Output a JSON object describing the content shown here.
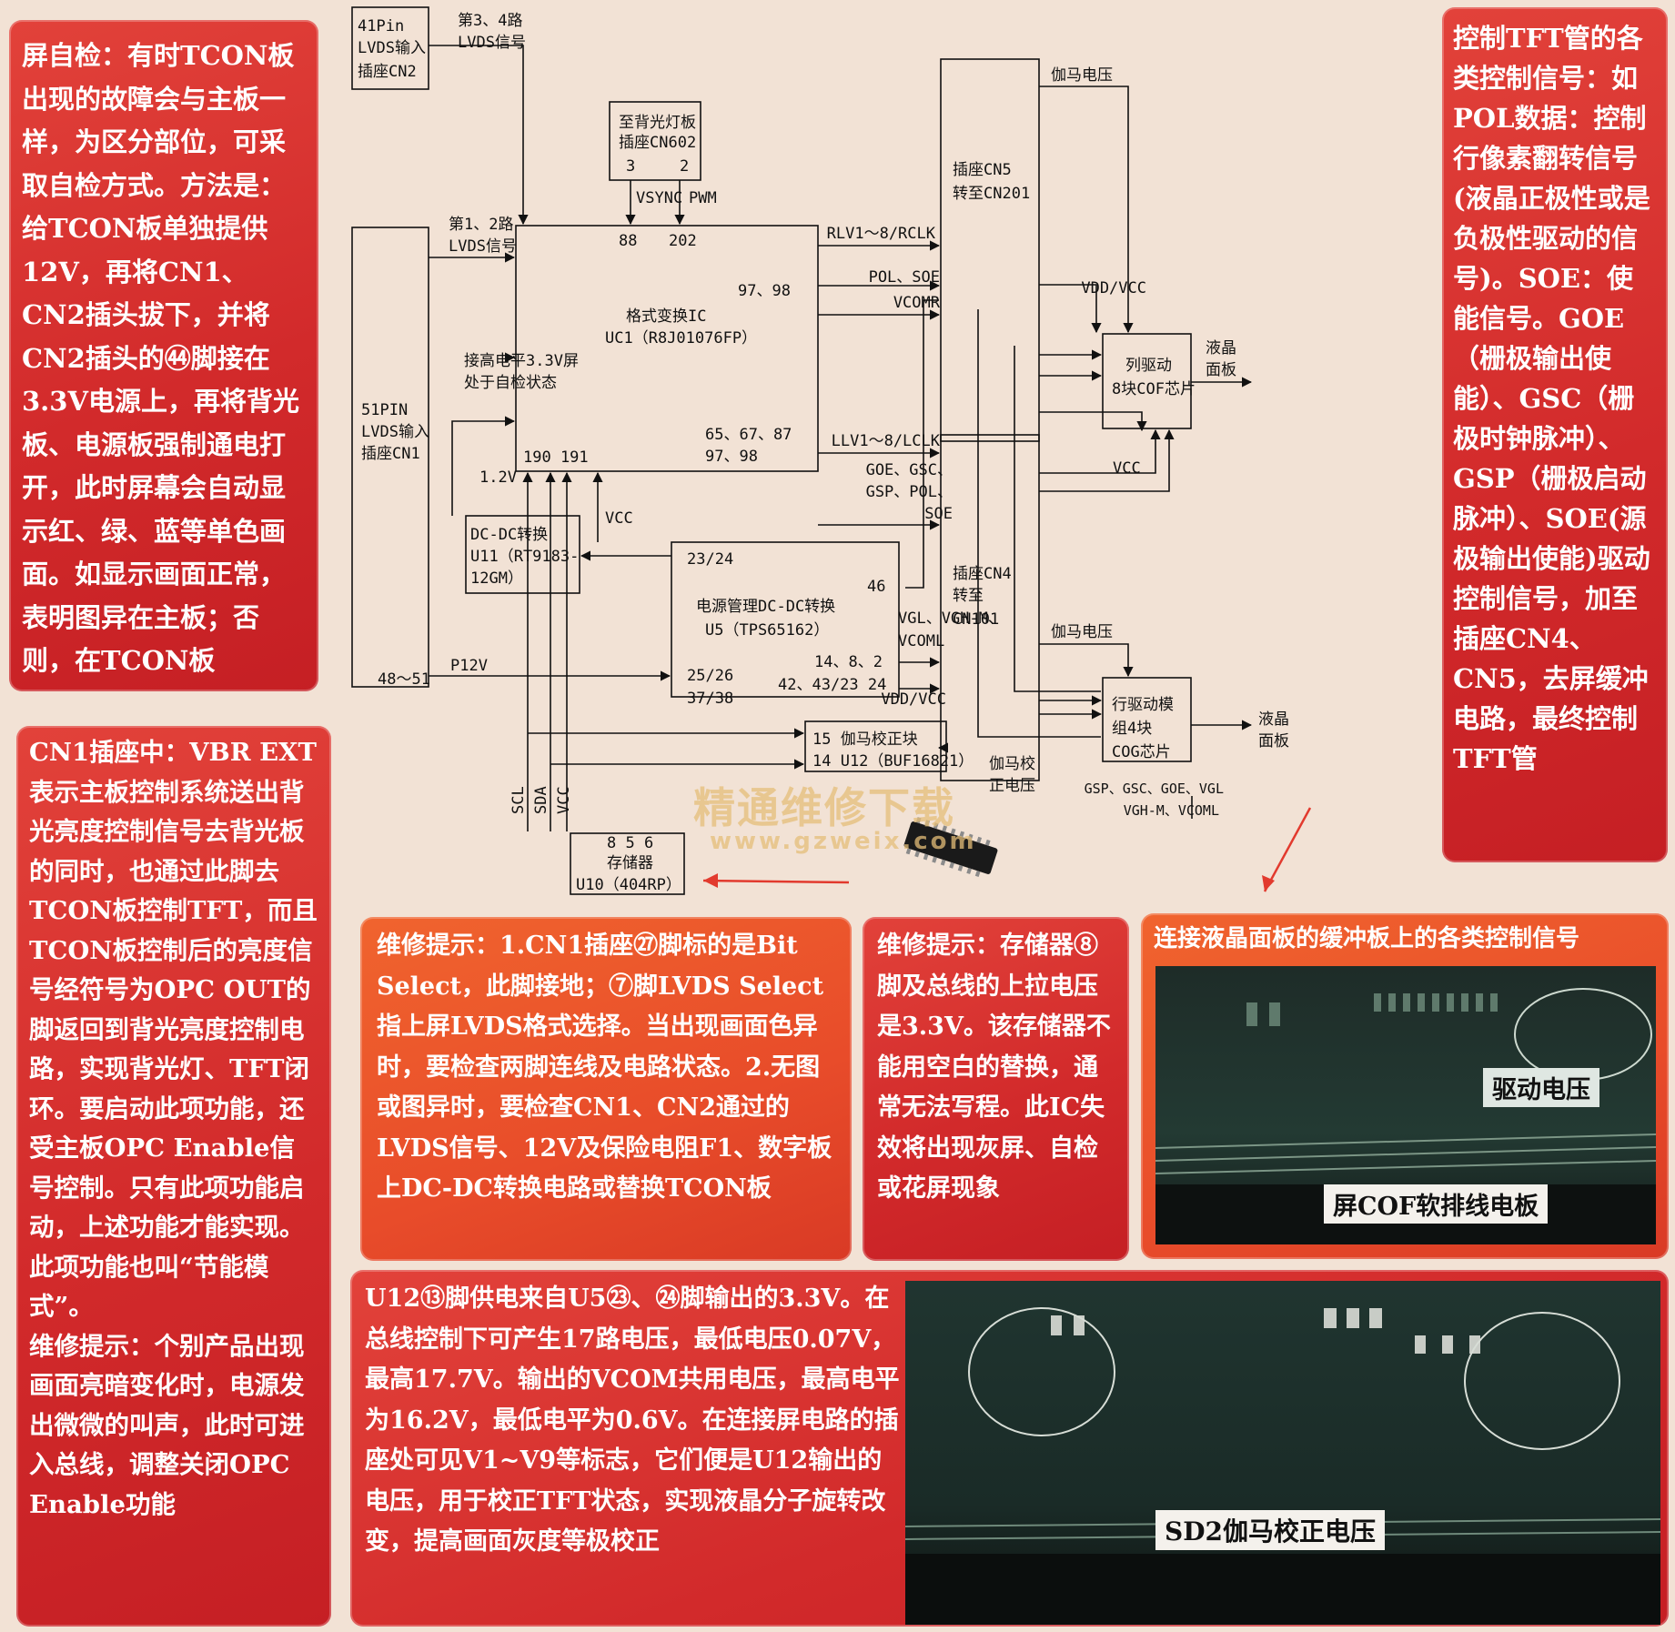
{
  "panels": {
    "self_test": "屏自检：有时TCON板出现的故障会与主板一样，为区分部位，可采取自检方式。方法是：给TCON板单独提供12V，再将CN1、CN2插头拔下，并将CN2插头的㊹脚接在3.3V电源上，再将背光板、电源板强制通电打开，此时屏幕会自动显示红、绿、蓝等单色画面。如显示画面正常，表明图异在主板；否则，在TCON板",
    "cn1_socket": "CN1插座中：VBR EXT表示主板控制系统送出背光亮度控制信号去背光板的同时，也通过此脚去TCON板控制TFT，而且TCON板控制后的亮度信号经符号为OPC OUT的脚返回到背光亮度控制电路，实现背光灯、TFT闭环。要启动此项功能，还受主板OPC Enable信号控制。只有此项功能启动，上述功能才能实现。此项功能也叫“节能模式”。",
    "cn1_tip": "维修提示：个别产品出现画面亮暗变化时，电源发出微微的叫声，此时可进入总线，调整关闭OPC Enable功能",
    "tft_control": "控制TFT管的各类控制信号：如POL数据：控制行像素翻转信号(液晶正极性或是负极性驱动的信号)。SOE：使能信号。GOE（栅极输出使能）、GSC（栅极时钟脉冲）、GSP（栅极启动脉冲）、SOE(源极输出使能)驱动控制信号，加至插座CN4、CN5，去屏缓冲电路，最终控制TFT管",
    "tip_lvds": "维修提示：1.CN1插座㉗脚标的是Bit Select，此脚接地；⑦脚LVDS Select指上屏LVDS格式选择。当出现画面色异时，要检查两脚连线及电路状态。2.无图或图异时，要检查CN1、CN2通过的LVDS信号、12V及保险电阻F1、数字板上DC-DC转换电路或替换TCON板",
    "tip_memory": "维修提示：存储器⑧脚及总线的上拉电压是3.3V。该存储器不能用空白的替换，通常无法写程。此IC失效将出现灰屏、自检或花屏现象",
    "buffer_title": "连接液晶面板的缓冲板上的各类控制信号",
    "u12_text": "U12⑬脚供电来自U5㉓、㉔脚输出的3.3V。在总线控制下可产生17路电压，最低电压0.07V，最高17.7V。输出的VCOM共用电压，最高电平为16.2V，最低电平为0.6V。在连接屏电路的插座处可见V1~V9等标志，它们便是U12输出的电压，用于校正TFT状态，实现液晶分子旋转改变，提高画面灰度等极校正"
  },
  "photos": {
    "drive_voltage": "驱动电压",
    "cof_board": "屏COF软排线电板",
    "gamma_sd2": "SD2伽马校正电压"
  },
  "watermark": {
    "cn": "精通维修下载",
    "url": "www.gzweix.com"
  },
  "diagram": {
    "cn2": [
      "41Pin",
      "LVDS输入",
      "插座CN2"
    ],
    "cn2_signal": [
      "第3、4路",
      "LVDS信号"
    ],
    "backlight": [
      "至背光灯板",
      "插座CN602"
    ],
    "backlight_pins": [
      "3",
      "2"
    ],
    "vsync": "VSYNC",
    "pwm": "PWM",
    "uc1_pins_top": [
      "88",
      "202"
    ],
    "cn1_signal": [
      "第1、2路",
      "LVDS信号"
    ],
    "uc1": [
      "格式变换IC",
      "UC1（R8J01076FP）"
    ],
    "uc1_right_top": "97、98",
    "self_test_hint": [
      "接高电平3.3V屏",
      "处于自检状态"
    ],
    "cn1": [
      "51PIN",
      "LVDS输入",
      "插座CN1"
    ],
    "uc1_bottom_left": "190  191",
    "uc1_bottom_right": [
      "65、67、87",
      "97、98"
    ],
    "v12": "1.2V",
    "vcc": "VCC",
    "dcdc": [
      "DC-DC转换",
      "U11（RT9183-",
      "12GM）"
    ],
    "u5_pin_top": "23/24",
    "u5_pin_46": "46",
    "u5": [
      "电源管理DC-DC转换",
      "U5（TPS65162）"
    ],
    "u5_pins_right": [
      "14、8、2",
      "42、43/23 24"
    ],
    "u5_pins_left": [
      "25/26",
      "37/38"
    ],
    "cn1_pins": "48～51",
    "p12v": "P12V",
    "vgl": [
      "VGL、VGH-M、",
      "VCOML"
    ],
    "rlv": "RLV1～8/RCLK",
    "pol_soe": "POL、SOE",
    "vcomr": "VCOMR",
    "llv": "LLV1～8/LCLK",
    "goe_group": [
      "GOE、GSC、",
      "GSP、POL、",
      "SOE"
    ],
    "vdd_vcc": "VDD/VCC",
    "gamma_voltage": "伽马电压",
    "cn5": [
      "插座CN5",
      "转至CN201"
    ],
    "cn4": [
      "插座CN4",
      "转至",
      "CN101"
    ],
    "col_driver": [
      "列驱动",
      "8块COF芯片"
    ],
    "row_driver": [
      "行驱动模",
      "组4块",
      "COG芯片"
    ],
    "lcd_panel": [
      "液晶",
      "面板"
    ],
    "gamma_block": [
      "15  伽马校正块",
      "14  U12（BUF16821）"
    ],
    "gamma_corr": [
      "伽马校",
      "正电压"
    ],
    "bus": [
      "SCL",
      "SDA",
      "VCC"
    ],
    "memory": [
      "8  5  6",
      "存储器",
      "U10（404RP）"
    ],
    "bottom_signals": [
      "GSP、GSC、GOE、VGL",
      "VGH-M、VCOML"
    ]
  },
  "colors": {
    "red_panel": "#d32a2b",
    "orange_panel": "#e84c2a",
    "background": "#f2e2d5"
  }
}
